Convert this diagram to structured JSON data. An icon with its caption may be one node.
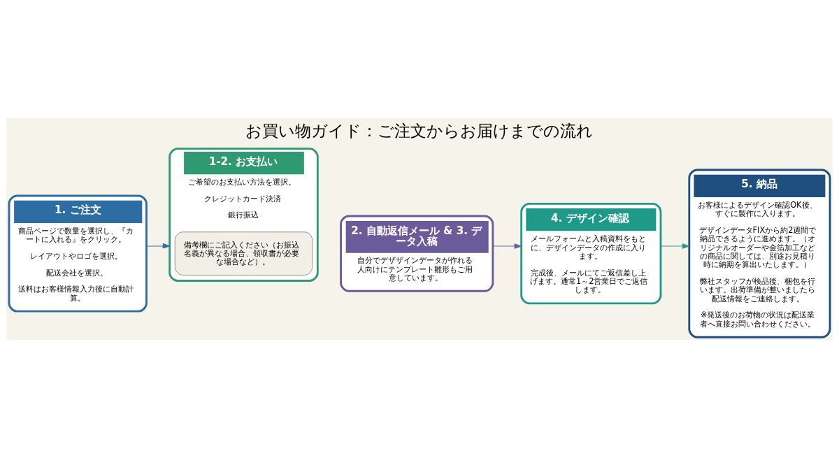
{
  "diagram": {
    "title": "お買い物ガイド：ご注文からお届けまでの流れ",
    "nodes": [
      {
        "text": [
          "1. ご注文",
          "商品ページで数量を選択し、『カートに入れる』をクリック。",
          "レイアウトやロゴを選択。",
          "配送会社を選択。",
          "送料はお客様情報入力後に自動計算。"
        ]
      },
      {
        "text": [
          "1-2. お支払い",
          "ご希望のお支払い方法を選択。",
          "クレジットカード決済",
          "銀行振込"
        ]
      },
      {
        "text": [
          "備考欄にご記入ください（お振込名義が異なる場合、領収書が必要な場合など）。"
        ],
        "in": 1
      },
      {
        "text": [
          "2. 自動返信メール & 3. データ入稿",
          "自分でデザザインデータが作れる人向けにテンプレート雛形もご用意しています。"
        ]
      },
      {
        "text": [
          "4. デザイン確認",
          "メールフォームと入稿資料をもとに、デザインデータの作成に入ります。",
          "完成後、メールにてご返信差し上げます。通常1～2営業日でご返信します。"
        ]
      },
      {
        "text": [
          "5. 納品",
          "お客様によるデザイン確認OK後、すぐに製作に入ります。",
          "デザインデータFIXから約2週間で納品できるように進めます。（オリジナルオーダーや金箔加工などの商品に関しては、別途お見積り時に納期を算出いたします。）",
          "弊社スタッフが検品後、梱包を行います。出荷準備が整いましたら配送情報をご連絡します。",
          "※発送後のお荷物の状況は配送業者へ直接お問い合わせください。"
        ]
      }
    ],
    "edges": [
      {
        "from": 0,
        "to": 1,
        "arrow": "to",
        "color": "#2e6da4"
      },
      {
        "from": 3,
        "to": 4,
        "arrow": "to",
        "color": "#6b5b9a"
      },
      {
        "from": 4,
        "to": 5,
        "arrow": "to",
        "color": "#1f9a8a"
      }
    ]
  }
}
